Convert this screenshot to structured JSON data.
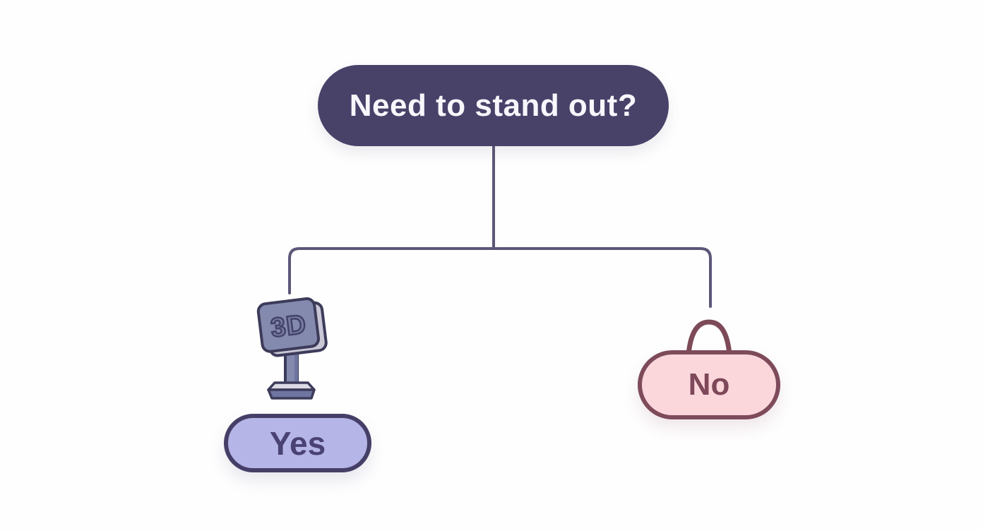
{
  "page": {
    "background_color": "#fefefe"
  },
  "diagram": {
    "type": "decision-flowchart",
    "title_node": {
      "label": "Need to stand out?",
      "fill": "#484269",
      "text_color": "#f7f6fb"
    },
    "connector_color": "#5d5778",
    "branches": [
      {
        "answer": "Yes",
        "fill": "#b6b5e8",
        "border_color": "#453f68",
        "text_color": "#4a4273",
        "icon": "3d-sign-icon",
        "icon_text": "3D",
        "icon_fill": "#838aae",
        "icon_outline": "#3d3b5a"
      },
      {
        "answer": "No",
        "fill": "#fbd7dc",
        "border_color": "#7e4b5b",
        "text_color": "#7d4859",
        "icon": "hang-tag-handle",
        "icon_outline": "#7d4a58"
      }
    ]
  }
}
